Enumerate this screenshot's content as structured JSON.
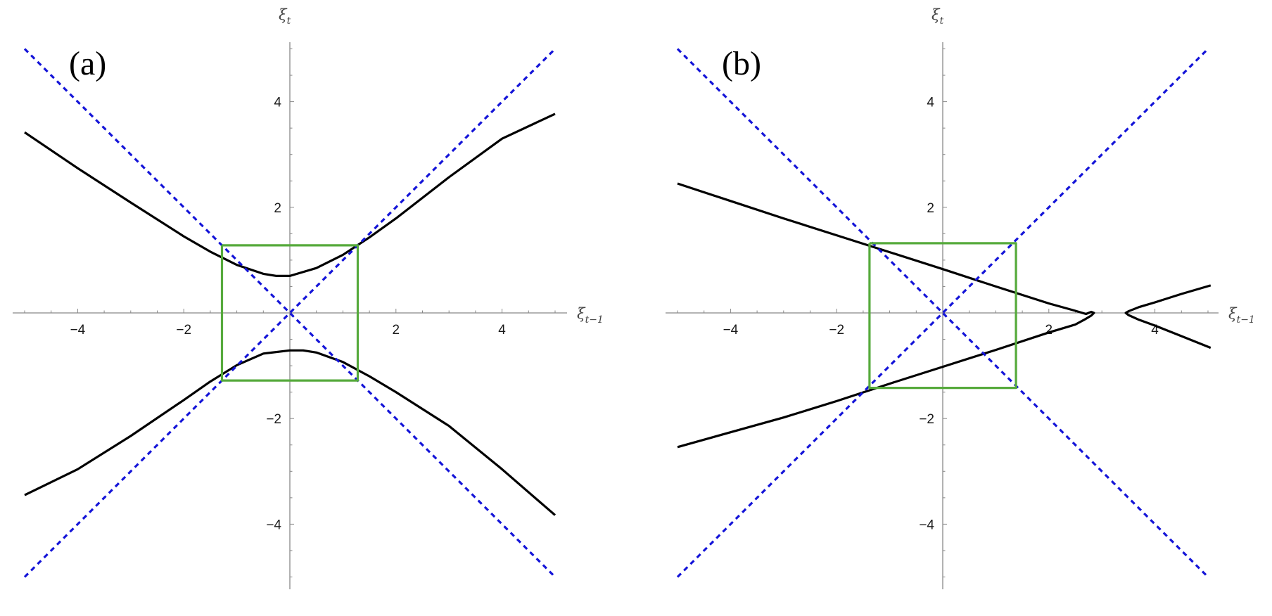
{
  "chart_data": [
    {
      "type": "line",
      "panel_label": "(a)",
      "xlabel": {
        "symbol": "ξ",
        "subscript": "t−1"
      },
      "ylabel": {
        "symbol": "ξ",
        "subscript": "t"
      },
      "xlim": [
        -5,
        5
      ],
      "ylim": [
        -5,
        5
      ],
      "xticks": [
        -4,
        -2,
        2,
        4
      ],
      "yticks": [
        -4,
        -2,
        2,
        4
      ],
      "grid": false,
      "colors": {
        "curve": "#000000",
        "asymptote": "#1414d8",
        "box": "#56aa3c",
        "axis": "#888888"
      },
      "series": [
        {
          "role": "curve",
          "style": "solid",
          "x": [
            -5,
            -4,
            -3,
            -2,
            -1.5,
            -1,
            -0.5,
            -0.25,
            0,
            0.5,
            1,
            1.5,
            2,
            3,
            4,
            5
          ],
          "y": [
            3.42,
            2.74,
            2.09,
            1.45,
            1.16,
            0.91,
            0.74,
            0.7,
            0.7,
            0.85,
            1.1,
            1.43,
            1.79,
            2.57,
            3.3,
            3.77
          ]
        },
        {
          "role": "curve",
          "style": "solid",
          "x": [
            -5,
            -4,
            -3,
            -2,
            -1.5,
            -1,
            -0.5,
            0,
            0.25,
            0.5,
            1,
            1.5,
            2,
            3,
            4,
            5
          ],
          "y": [
            -3.45,
            -2.96,
            -2.33,
            -1.65,
            -1.3,
            -0.99,
            -0.77,
            -0.71,
            -0.71,
            -0.75,
            -0.93,
            -1.2,
            -1.5,
            -2.14,
            -2.96,
            -3.83
          ]
        },
        {
          "role": "asymptote",
          "style": "dashed",
          "x": [
            -5,
            5
          ],
          "y": [
            -5,
            5
          ]
        },
        {
          "role": "asymptote",
          "style": "dashed",
          "x": [
            -5,
            5
          ],
          "y": [
            5,
            -5
          ]
        },
        {
          "role": "box",
          "style": "solid",
          "x": [
            -1.28,
            1.28,
            1.28,
            -1.28,
            -1.28
          ],
          "y": [
            1.28,
            1.28,
            -1.28,
            -1.28,
            1.28
          ]
        }
      ]
    },
    {
      "type": "line",
      "panel_label": "(b)",
      "xlabel": {
        "symbol": "ξ",
        "subscript": "t−1"
      },
      "ylabel": {
        "symbol": "ξ",
        "subscript": "t"
      },
      "xlim": [
        -5,
        5
      ],
      "ylim": [
        -5,
        5
      ],
      "xticks": [
        -4,
        -2,
        2,
        4
      ],
      "yticks": [
        -4,
        -2,
        2,
        4
      ],
      "grid": false,
      "colors": {
        "curve": "#000000",
        "asymptote": "#1414d8",
        "box": "#56aa3c",
        "axis": "#888888"
      },
      "series": [
        {
          "role": "curve",
          "style": "solid",
          "x": [
            -5,
            -4,
            -3,
            -2,
            -1,
            0,
            1,
            2,
            2.5,
            2.7,
            2.8,
            2.85,
            2.8,
            2.7,
            2.5,
            2,
            1,
            0,
            -1,
            -2,
            -3,
            -4,
            -5
          ],
          "y": [
            2.45,
            2.12,
            1.79,
            1.47,
            1.15,
            0.83,
            0.5,
            0.18,
            0.04,
            -0.02,
            0.02,
            0,
            -0.05,
            -0.11,
            -0.22,
            -0.37,
            -0.7,
            -1.02,
            -1.34,
            -1.67,
            -1.98,
            -2.26,
            -2.54
          ]
        },
        {
          "role": "curve",
          "style": "solid",
          "x": [
            5.05,
            4.5,
            4,
            3.7,
            3.5,
            3.45,
            3.5,
            3.7,
            4,
            4.5,
            5.05
          ],
          "y": [
            0.52,
            0.36,
            0.2,
            0.11,
            0.03,
            0,
            -0.04,
            -0.13,
            -0.24,
            -0.44,
            -0.66
          ]
        },
        {
          "role": "asymptote",
          "style": "dashed",
          "x": [
            -5,
            5
          ],
          "y": [
            -5,
            5
          ]
        },
        {
          "role": "asymptote",
          "style": "dashed",
          "x": [
            -5,
            5
          ],
          "y": [
            5,
            -5
          ]
        },
        {
          "role": "box",
          "style": "solid",
          "x": [
            -1.38,
            1.38,
            1.38,
            -1.38,
            -1.38
          ],
          "y": [
            1.32,
            1.32,
            -1.42,
            -1.42,
            1.32
          ]
        }
      ]
    }
  ]
}
